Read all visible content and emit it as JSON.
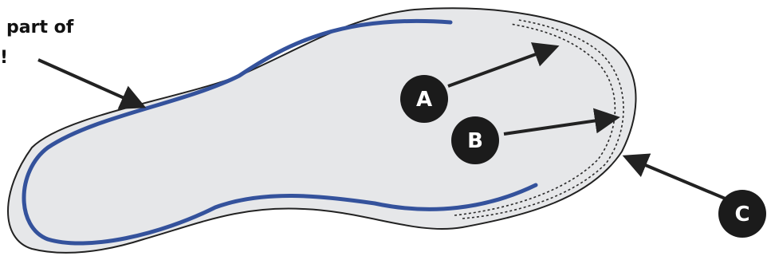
{
  "caption": {
    "line1": "part of",
    "line2": "!"
  },
  "markers": [
    {
      "letter": "A"
    },
    {
      "letter": "B"
    },
    {
      "letter": "C"
    }
  ],
  "colors": {
    "sole_fill": "#e6e7e9",
    "sole_outline": "#222222",
    "blue_line": "#34529c",
    "dotted_line": "#2a2a2a",
    "arrow": "#222222",
    "marker_circle": "#1b1b1b",
    "marker_text": "#ffffff"
  }
}
